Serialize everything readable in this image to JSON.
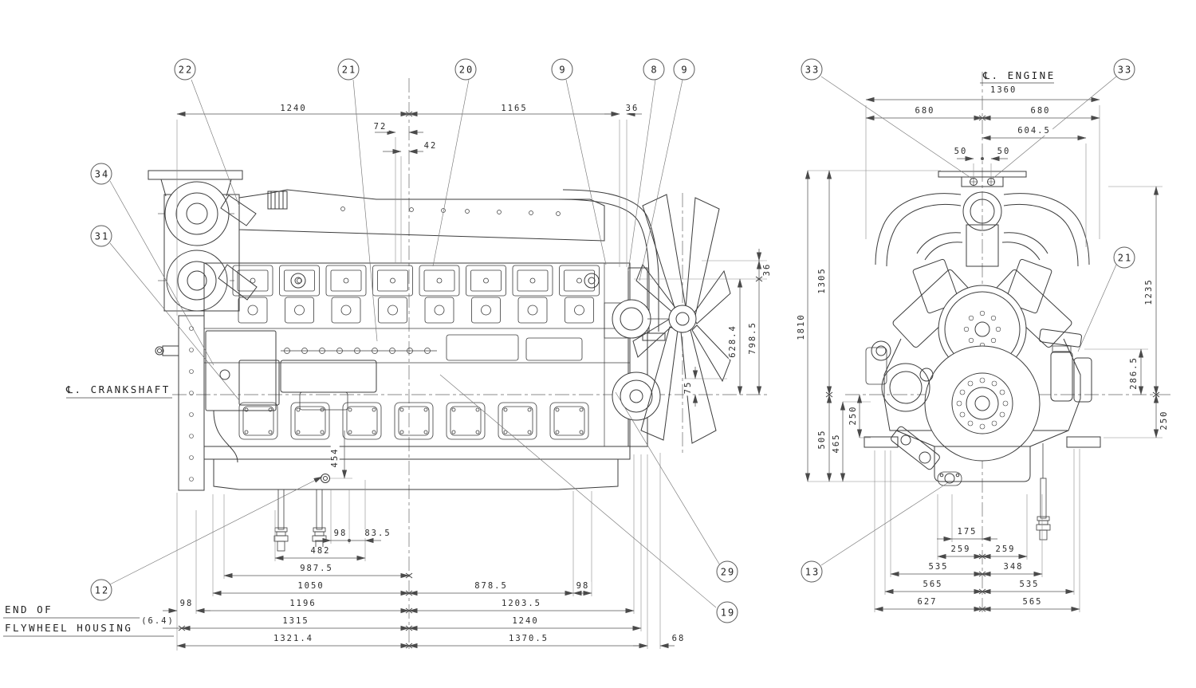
{
  "labels": {
    "engine_cl": "℄. ENGINE",
    "crankshaft_cl": "℄. CRANKSHAFT",
    "end_of_flywheel_1": "END OF",
    "end_of_flywheel_2": "FLYWHEEL HOUSING"
  },
  "callouts": {
    "c22": "22",
    "c21_top": "21",
    "c20": "20",
    "c9a": "9",
    "c8": "8",
    "c9b": "9",
    "c33_left": "33",
    "c33_right": "33",
    "c34": "34",
    "c31": "31",
    "c12": "12",
    "c29": "29",
    "c19": "19",
    "c13": "13",
    "c21_right": "21"
  },
  "side": {
    "top": {
      "d1240": "1240",
      "d1165": "1165",
      "d36": "36",
      "d72": "72",
      "d42": "42"
    },
    "right": {
      "d36": "36",
      "d628": "628.4",
      "d798": "798.5",
      "d75": "75"
    },
    "mid": {
      "d454": "454"
    },
    "bottom": {
      "d98a": "98",
      "d83": "83.5",
      "d482": "482",
      "d987": "987.5",
      "d1050": "1050",
      "d878": "878.5",
      "d98b": "98",
      "d98c": "98",
      "d1196": "1196",
      "d1203": "1203.5",
      "d6_4": "(6.4)",
      "d1315": "1315",
      "d1240b": "1240",
      "d1321": "1321.4",
      "d1370": "1370.5",
      "d68": "68"
    }
  },
  "front": {
    "top": {
      "d1360": "1360",
      "d680l": "680",
      "d680r": "680",
      "d604": "604.5",
      "d50l": "50",
      "d50r": "50"
    },
    "left": {
      "d1810": "1810",
      "d1305": "1305",
      "d505": "505",
      "d465": "465",
      "d250": "250"
    },
    "right": {
      "d1235": "1235",
      "d286": "286.5",
      "d250": "250"
    },
    "bottom": {
      "d175": "175",
      "d259l": "259",
      "d259r": "259",
      "d535l": "535",
      "d348": "348",
      "d565l": "565",
      "d535r": "535",
      "d627": "627",
      "d565r": "565"
    }
  },
  "colors": {
    "line": "#3c3c3c",
    "dim_line": "#555555",
    "centerline": "#666666",
    "background": "#ffffff"
  }
}
